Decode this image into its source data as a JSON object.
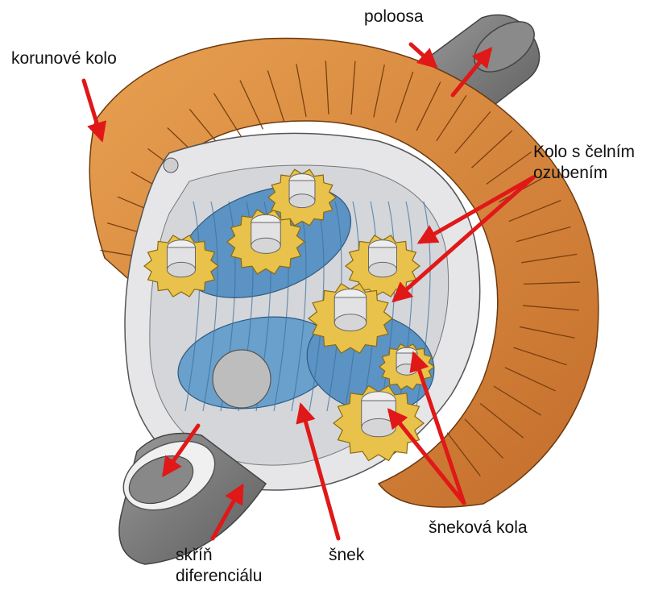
{
  "labels": {
    "crown_wheel": "korunové kolo",
    "half_shaft": "poloosa",
    "spur_gear_line1": "Kolo s čelním",
    "spur_gear_line2": "ozubením",
    "worm_wheels": "šneková kola",
    "worm": "šnek",
    "housing_line1": "skříň",
    "housing_line2": "diferenciálu"
  },
  "colors": {
    "crown_wheel": "#d9873a",
    "crown_wheel_dark": "#b8662a",
    "housing": "#e4e4e6",
    "shaft": "#8c8c8c",
    "worm": "#5b93c4",
    "spur_gear": "#e8c24a",
    "arrow": "#e01818"
  }
}
